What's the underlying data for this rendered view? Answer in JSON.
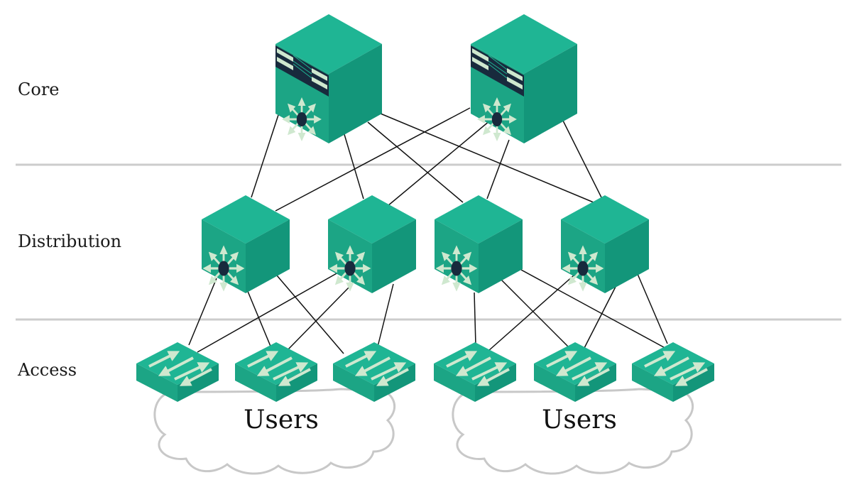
{
  "layers": {
    "core": "Core",
    "distribution": "Distribution",
    "access": "Access"
  },
  "clouds": {
    "left": "Users",
    "right": "Users"
  },
  "colors": {
    "device_top": "#1fb594",
    "device_left": "#1ca585",
    "device_right": "#13967a",
    "dark_accent": "#182a3d",
    "arrow_fill": "#cfe8cf",
    "divider": "#cccccc",
    "link": "#111111",
    "cloud_stroke": "#c8c8c8"
  },
  "icons": {
    "core": "core-switch-icon",
    "distribution": "layer3-switch-icon",
    "access": "workgroup-switch-icon",
    "cloud": "cloud-icon"
  }
}
